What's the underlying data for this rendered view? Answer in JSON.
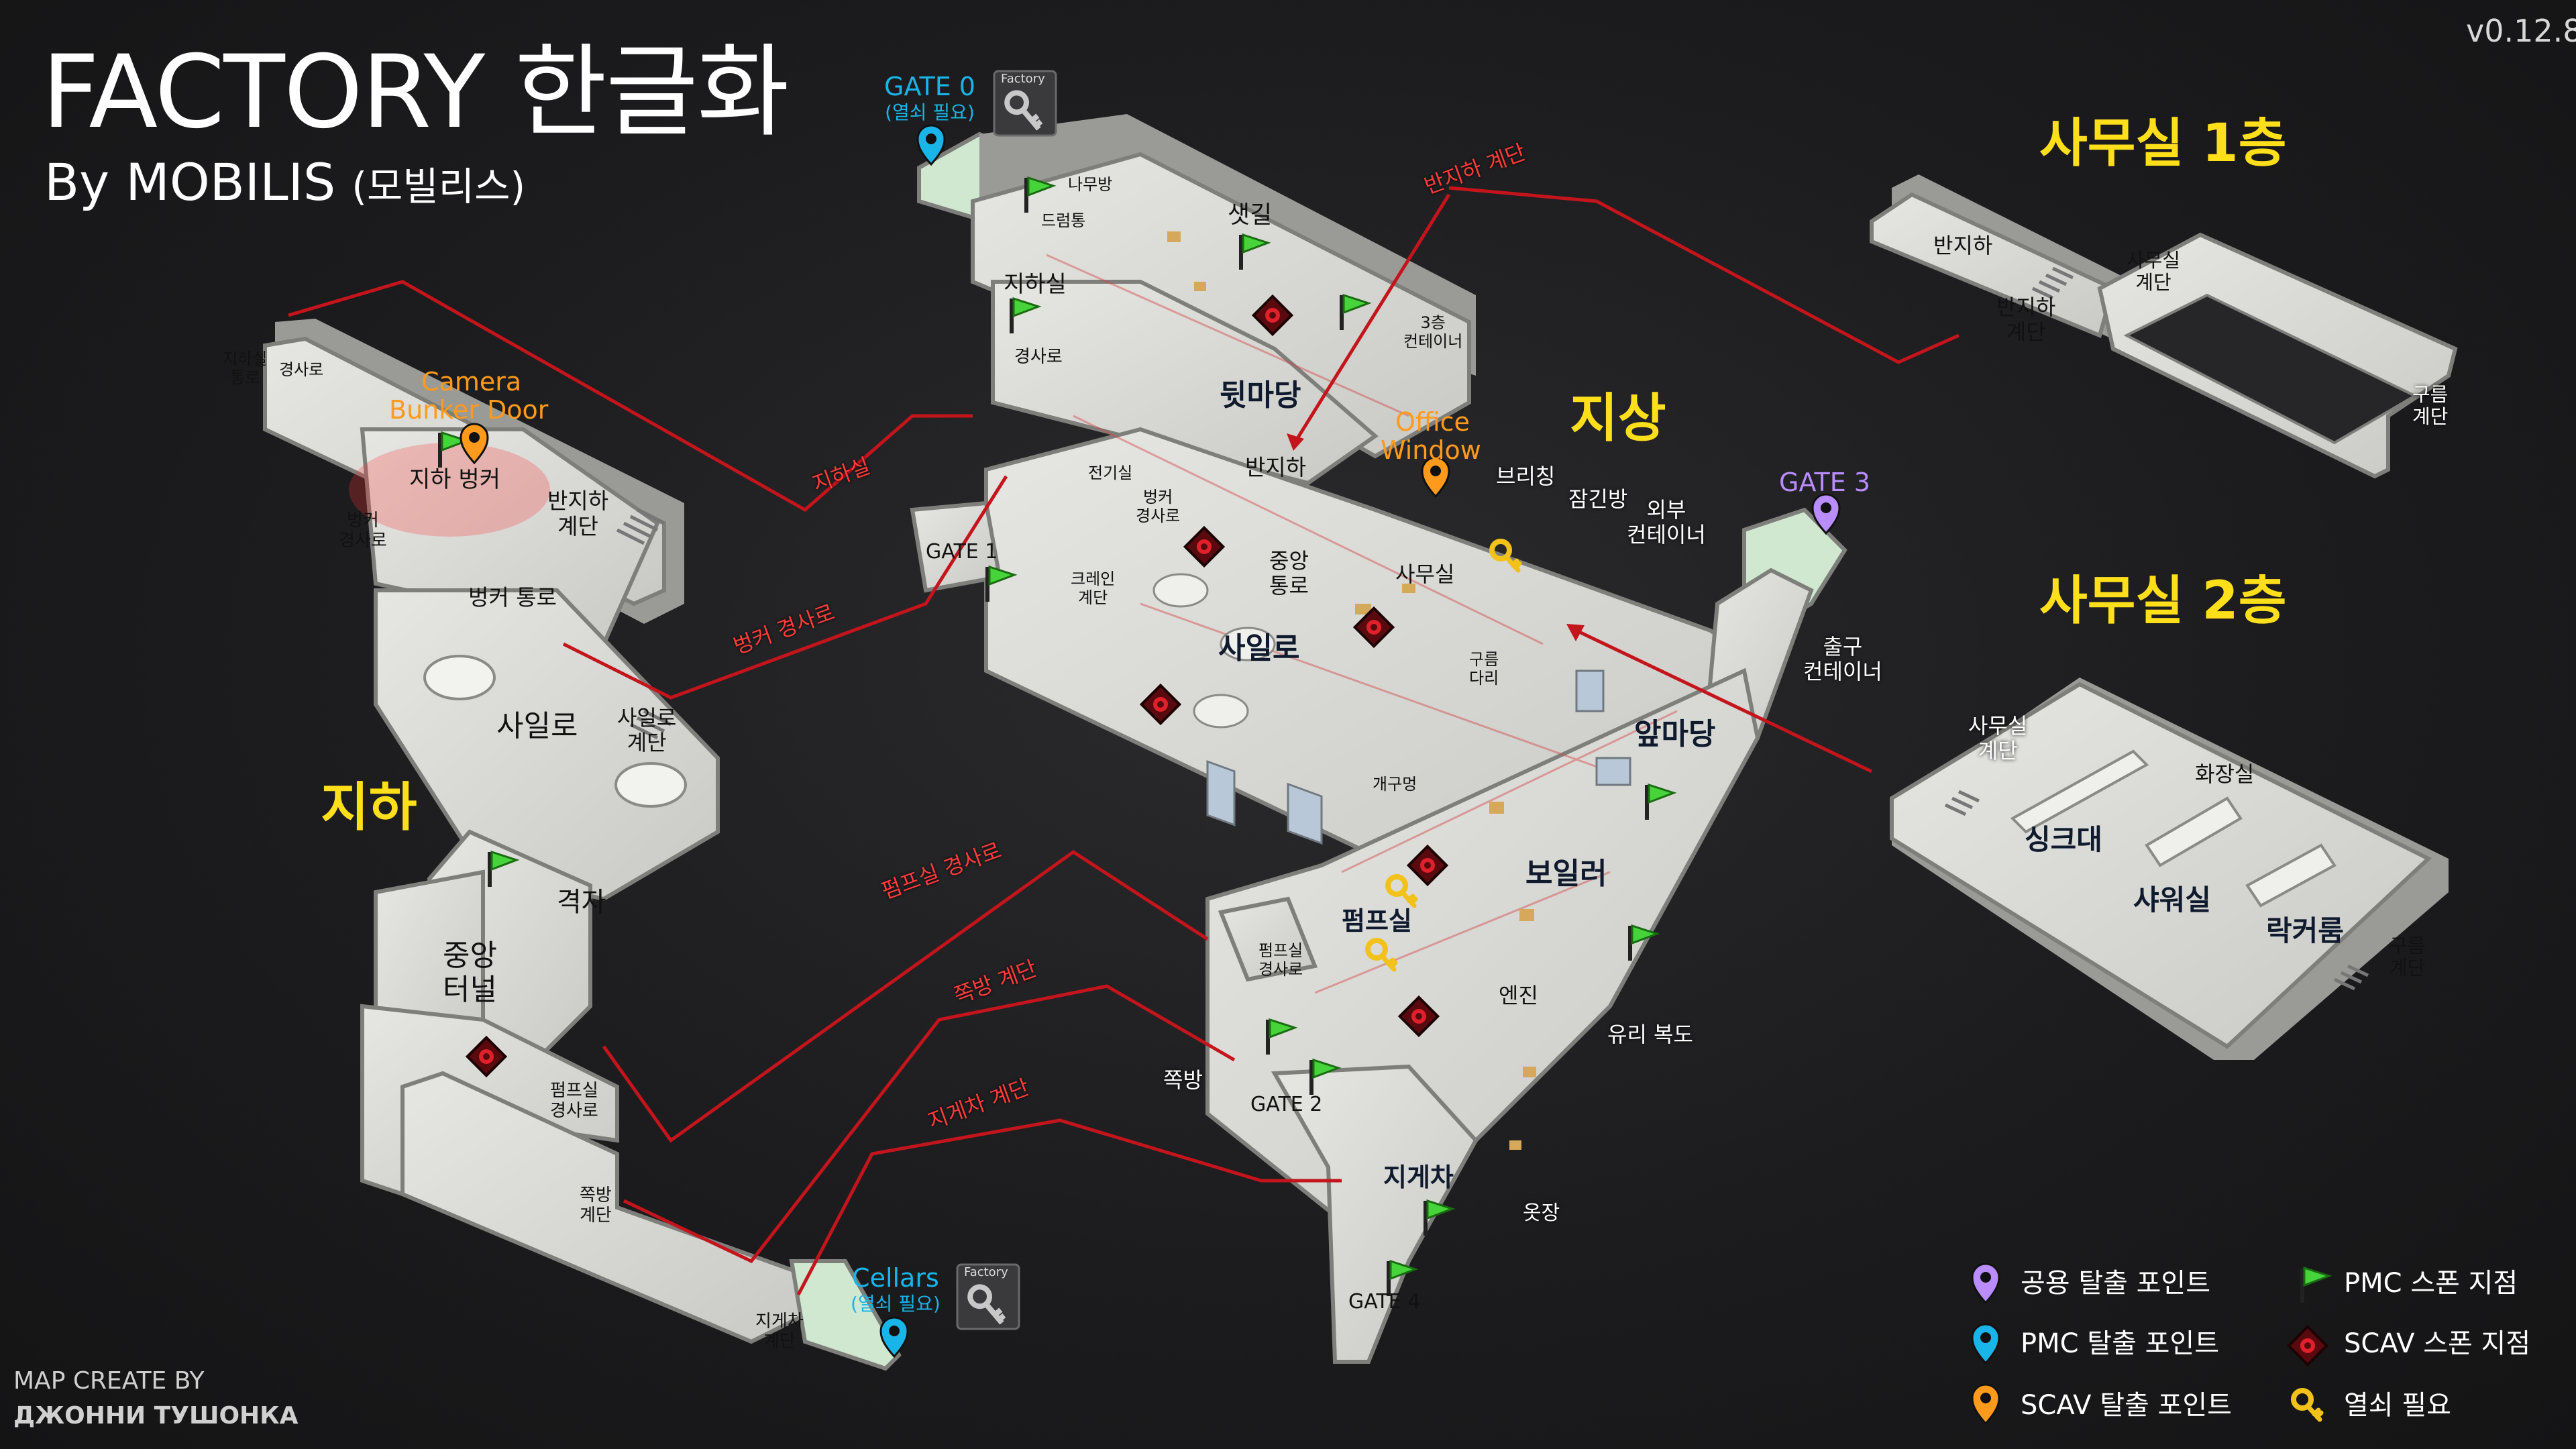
{
  "header": {
    "title": "FACTORY 한글화",
    "subtitle": "By MOBILIS",
    "subtitle_note": "(모빌리스)",
    "version": "v0.12.8"
  },
  "zones": {
    "underground": "지하",
    "ground": "지상",
    "office1": "사무실 1층",
    "office2": "사무실 2층"
  },
  "exits": {
    "gate0": "GATE 0",
    "gate0_note": "(열쇠 필요)",
    "cellars": "Cellars",
    "cellars_note": "(열쇠 필요)",
    "gate3": "GATE 3",
    "camera_bunker": "Camera",
    "camera_bunker2": "Bunker Door",
    "office_window": "Office",
    "office_window2": "Window",
    "key_badge": "Factory"
  },
  "rooms": {
    "jiha_tongro": "지하실\n통로",
    "gyeongsaro_a": "경사로",
    "jiha_bunker": "지하 벙커",
    "banjiha_stairs_a": "반지하\n계단",
    "bunker_ramp": "벙커\n경사로",
    "bunker_passage": "벙커 통로",
    "silo_a": "사일로",
    "silo_stairs": "사일로\n계단",
    "gyeokja": "격자",
    "central_tunnel": "중앙\n터널",
    "pump_ramp_a": "펌프실\n경사로",
    "side_stairs_a": "쪽방\n계단",
    "forklift_stairs_a": "지게차\n계단",
    "namubang": "나무방",
    "drum": "드럼통",
    "saetgil": "샛길",
    "jihasil": "지하실",
    "gyeongsaro_b": "경사로",
    "container3": "3층\n컨테이너",
    "dwitmadang": "뒷마당",
    "banjiha_b": "반지하",
    "jeongisil": "전기실",
    "bunker_ramp_b": "벙커\n경사로",
    "gate1": "GATE 1",
    "crane_stairs": "크레인\n계단",
    "central_passage": "중앙\n통로",
    "silo_b": "사일로",
    "office": "사무실",
    "briching": "브리칭",
    "jamgin": "잠긴방",
    "outer_container": "외부\n컨테이너",
    "cloud_bridge": "구름\n다리",
    "exit_container": "출구\n컨테이너",
    "apmadang": "앞마당",
    "gaegumeong": "개구멍",
    "pumpsil": "펌프실",
    "boiler": "보일러",
    "pump_ramp_b": "펌프실\n경사로",
    "engine": "엔진",
    "glass_corridor": "유리 복도",
    "jjokbang": "쪽방",
    "gate2": "GATE 2",
    "forklift": "지게차",
    "gate4": "GATE 4",
    "otjang": "옷장",
    "o1_banjiha": "반지하",
    "o1_banjiha_stairs": "반지하\n계단",
    "o1_office_stairs": "사무실\n계단",
    "o1_cloud_stairs": "구름\n계단",
    "o2_office_stairs": "사무실\n계단",
    "o2_toilet": "화장실",
    "o2_sink": "싱크대",
    "o2_shower": "샤워실",
    "o2_locker": "락커룸",
    "o2_cloud_stairs": "구름\n계단"
  },
  "connectors": {
    "banjiha_stairs": "반지하 계단",
    "jihasil": "지하실",
    "bunker_ramp": "벙커 경사로",
    "pump_ramp": "펌프실 경사로",
    "side_stairs": "쪽방 계단",
    "forklift_stairs": "지게차 계단"
  },
  "legend": {
    "shared_exit": "공용 탈출 포인트",
    "pmc_exit": "PMC 탈출 포인트",
    "scav_exit": "SCAV 탈출 포인트",
    "pmc_spawn": "PMC 스폰 지점",
    "scav_spawn": "SCAV 스폰 지점",
    "key_required": "열쇠 필요"
  },
  "credits": {
    "line1": "MAP CREATE BY",
    "line2": "ДЖОННИ ТУШОНКА"
  },
  "colors": {
    "zone_label": "#ffde1a",
    "pmc_exit": "#19b5e8",
    "scav_exit": "#ff9a1c",
    "shared_exit": "#b98cff",
    "pmc_spawn": "#46d43a",
    "scav_spawn": "#b0121a",
    "key": "#f2c21b",
    "connector_line": "#c4141c",
    "floor": "#dcdcd8",
    "wall": "#8e8e8a"
  }
}
